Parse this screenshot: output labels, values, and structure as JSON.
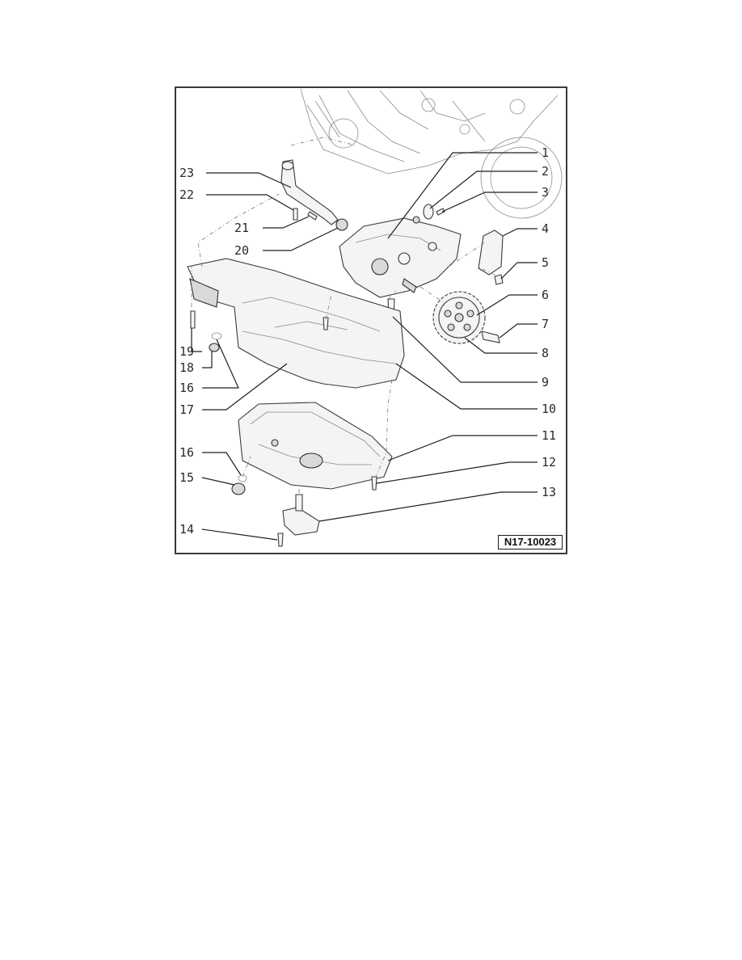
{
  "figure": {
    "callouts": [
      "1",
      "2",
      "3",
      "4",
      "5",
      "6",
      "7",
      "8",
      "9",
      "10",
      "11",
      "12",
      "13",
      "14",
      "15",
      "16",
      "16",
      "17",
      "18",
      "19",
      "20",
      "21",
      "22",
      "23"
    ],
    "reference_code": "N17-10023"
  }
}
